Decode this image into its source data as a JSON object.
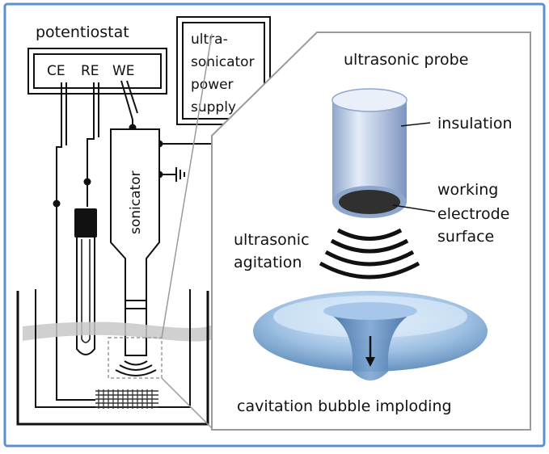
{
  "colors": {
    "frame_border": "#5b8fd0",
    "line": "#111111",
    "panel_border": "#9a9a9a",
    "solution": "#c8c8c8",
    "probe_metal": "#a9bcda",
    "bubble": "#7fa6cf"
  },
  "labels": {
    "potentiostat": "potentiostat",
    "ce": "CE",
    "re": "RE",
    "we": "WE",
    "power_supply": [
      "ultra-",
      "sonicator",
      "power",
      "supply"
    ],
    "sonicator": "sonicator",
    "ultrasonic_probe": "ultrasonic probe",
    "insulation": "insulation",
    "working_electrode_surface": [
      "working",
      "electrode",
      "surface"
    ],
    "ultrasonic_agitation": [
      "ultrasonic",
      "agitation"
    ],
    "cavitation": "cavitation bubble imploding"
  }
}
